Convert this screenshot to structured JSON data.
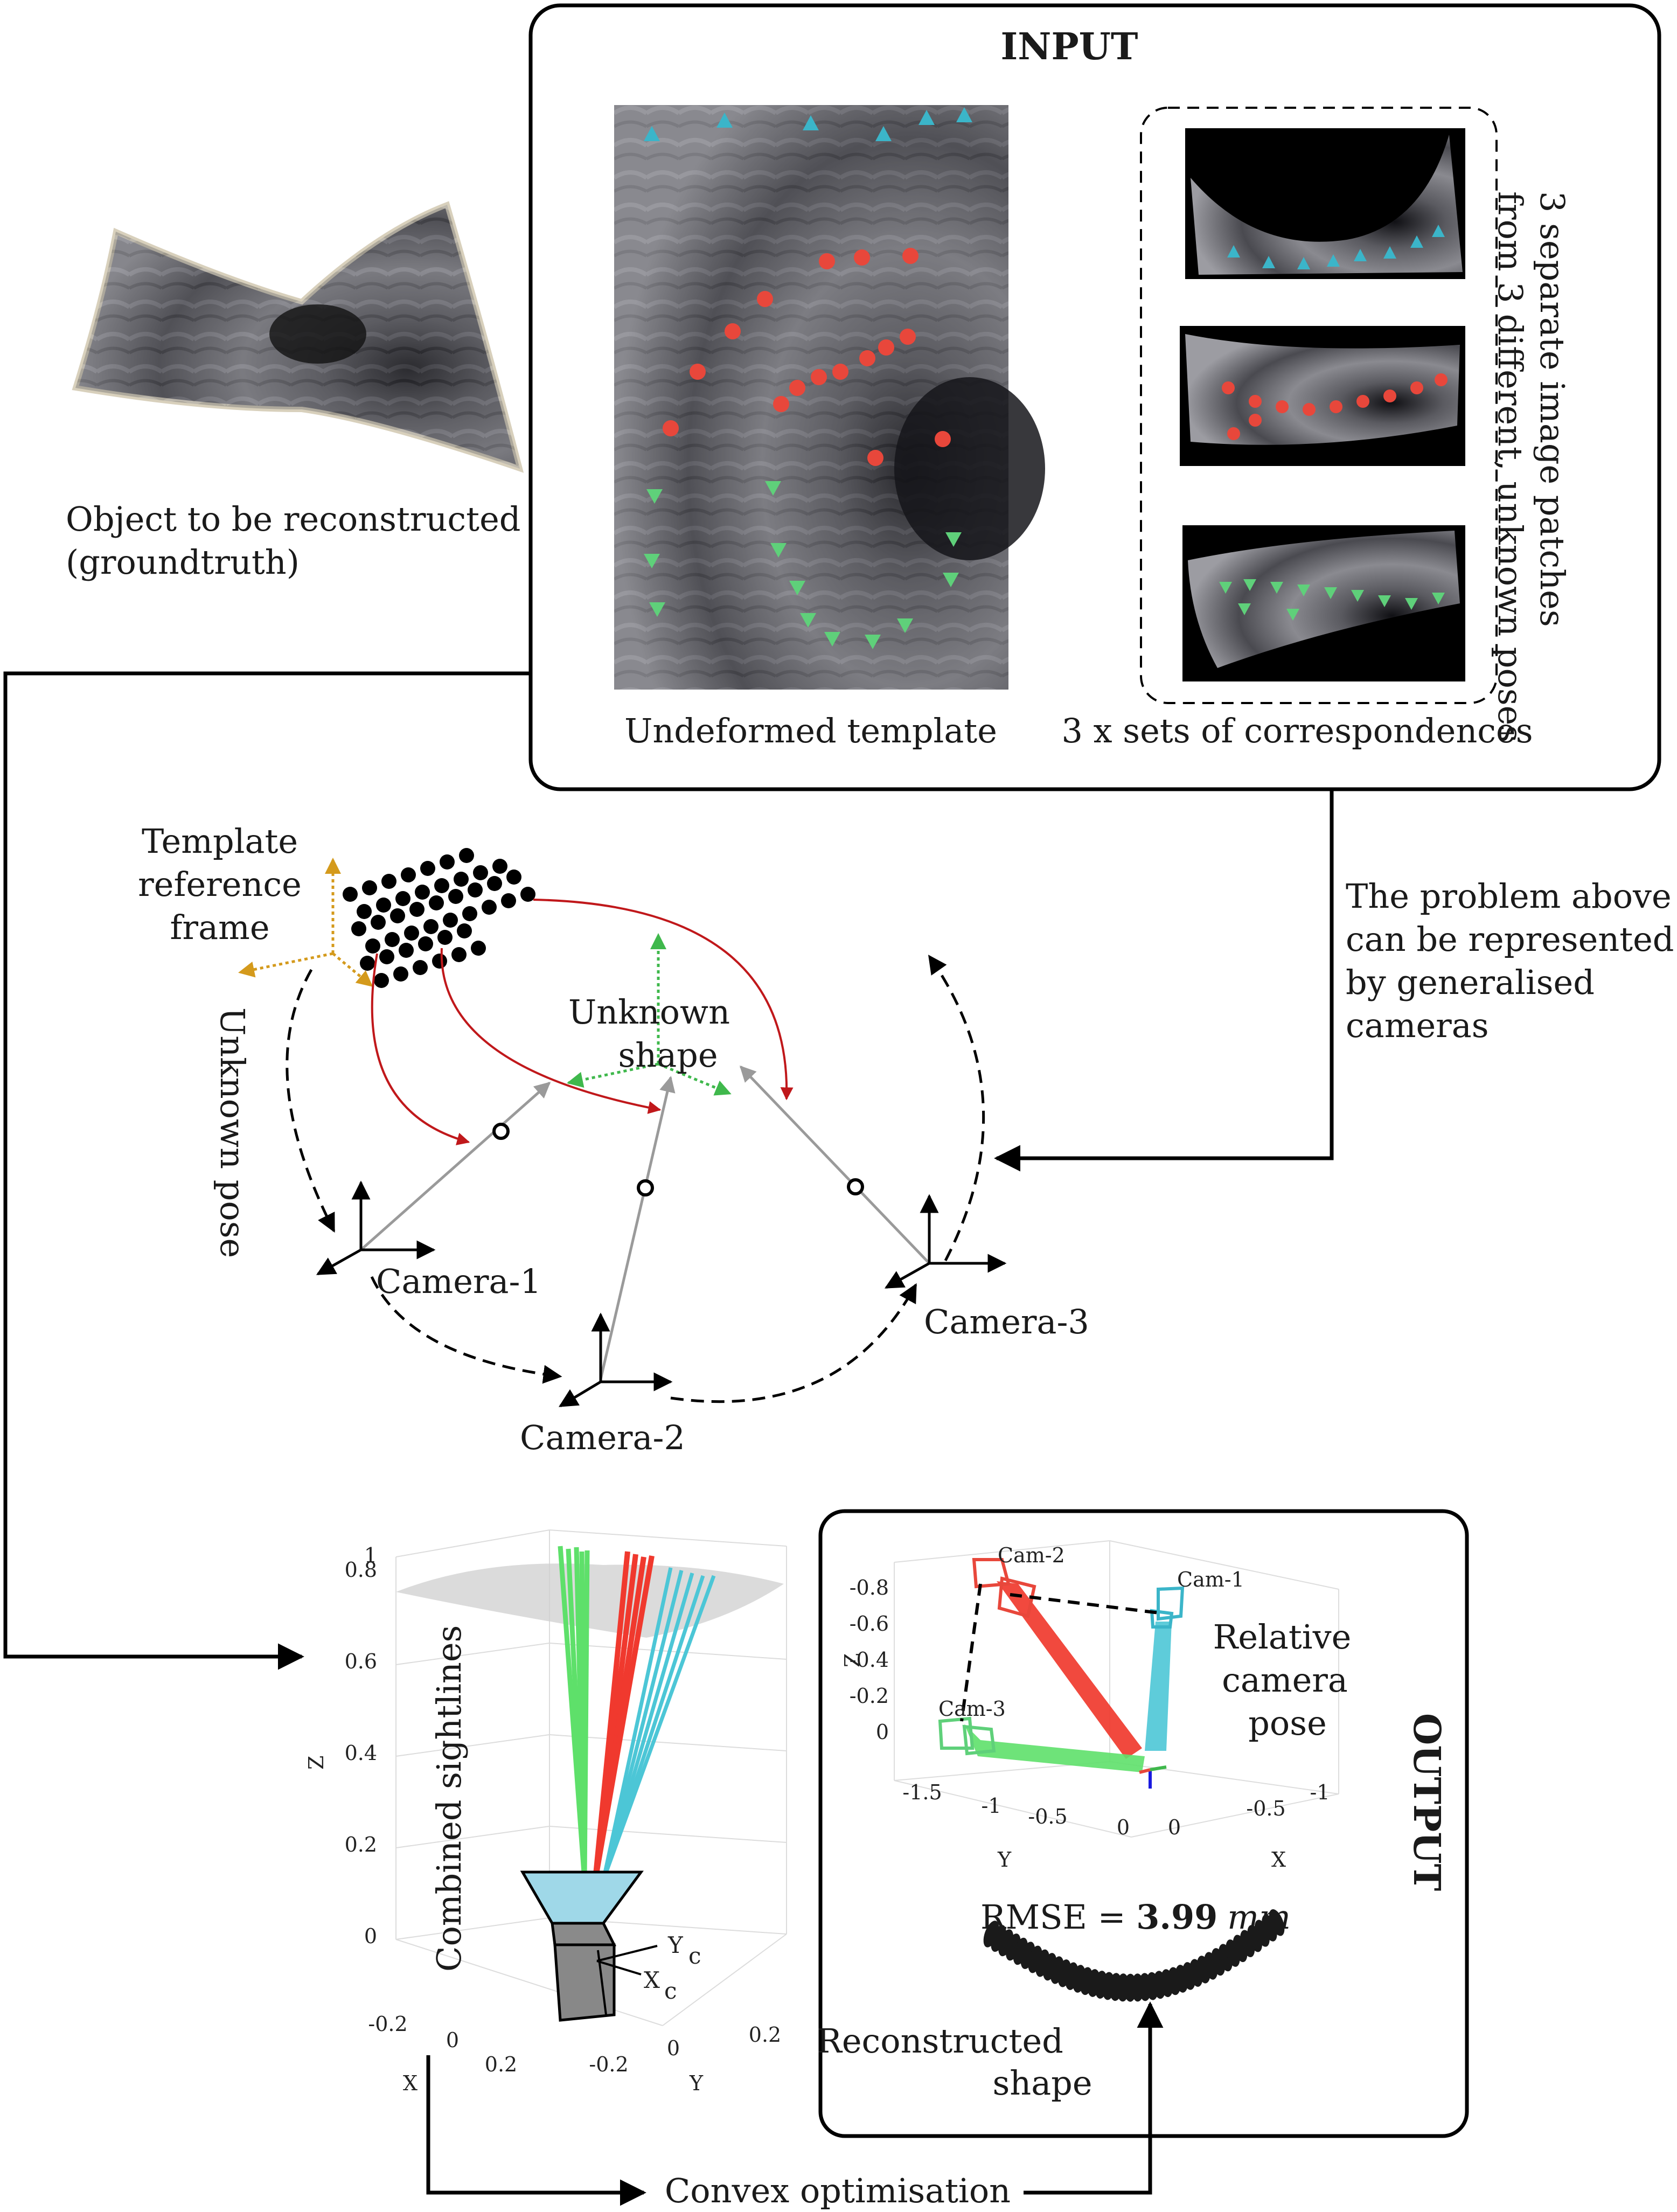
{
  "object_caption": [
    "Object to be reconstructed",
    "(groundtruth)"
  ],
  "input": {
    "title": "INPUT",
    "template_caption": "Undeformed template",
    "correspondences_caption": "3 x sets of correspondences",
    "side_text": [
      "3 separate image patches",
      "from 3 different, unknown poses"
    ]
  },
  "problem_note": [
    "The problem above",
    "can be represented",
    "by generalised",
    "cameras"
  ],
  "scene": {
    "template_frame_label": [
      "Template",
      "reference",
      "frame"
    ],
    "unknown_shape_label": [
      "Unknown",
      "shape"
    ],
    "unknown_pose_label": "Unknown pose",
    "cameras": [
      "Camera-1",
      "Camera-2",
      "Camera-3"
    ]
  },
  "sightlines_plot": {
    "side_label": "Combined sightlines",
    "z_label": "Z",
    "x_label": "X",
    "y_label": "Y",
    "z_ticks": [
      "0",
      "0.2",
      "0.4",
      "0.6",
      "0.8",
      "1"
    ],
    "x_ticks": [
      "-0.2",
      "0",
      "0.2"
    ],
    "y_ticks": [
      "-0.2",
      "0",
      "0.2"
    ],
    "cam_axis_y": "Y",
    "cam_axis_x": "X",
    "cam_axis_sub": "c"
  },
  "output": {
    "title": "OUTPUT",
    "cam_labels": [
      "Cam-2",
      "Cam-1",
      "Cam-3"
    ],
    "relative_pose_label": [
      "Relative",
      "camera",
      "pose"
    ],
    "z_label": "Z",
    "x_label": "X",
    "y_label": "Y",
    "z_ticks": [
      "-0.8",
      "-0.6",
      "-0.4",
      "-0.2",
      "0"
    ],
    "y_ticks": [
      "-1.5",
      "-1",
      "-0.5",
      "0"
    ],
    "x_ticks": [
      "0",
      "-0.5",
      "-1"
    ],
    "rmse_prefix": "RMSE = ",
    "rmse_value": "3.99",
    "rmse_unit": "mm",
    "reconstructed_label": [
      "Reconstructed",
      "shape"
    ]
  },
  "convex_label": "Convex optimisation",
  "colors": {
    "red_points": "#e8473b",
    "cyan_points": "#3bb5c9",
    "green_points": "#5fd07a",
    "frame_orange": "#d49a1c",
    "shape_green": "#3fb84c",
    "red_curve": "#c0181b",
    "sightline_green": "#5ee06a",
    "sightline_red": "#f0392e",
    "sightline_cyan": "#4cc6d6"
  }
}
